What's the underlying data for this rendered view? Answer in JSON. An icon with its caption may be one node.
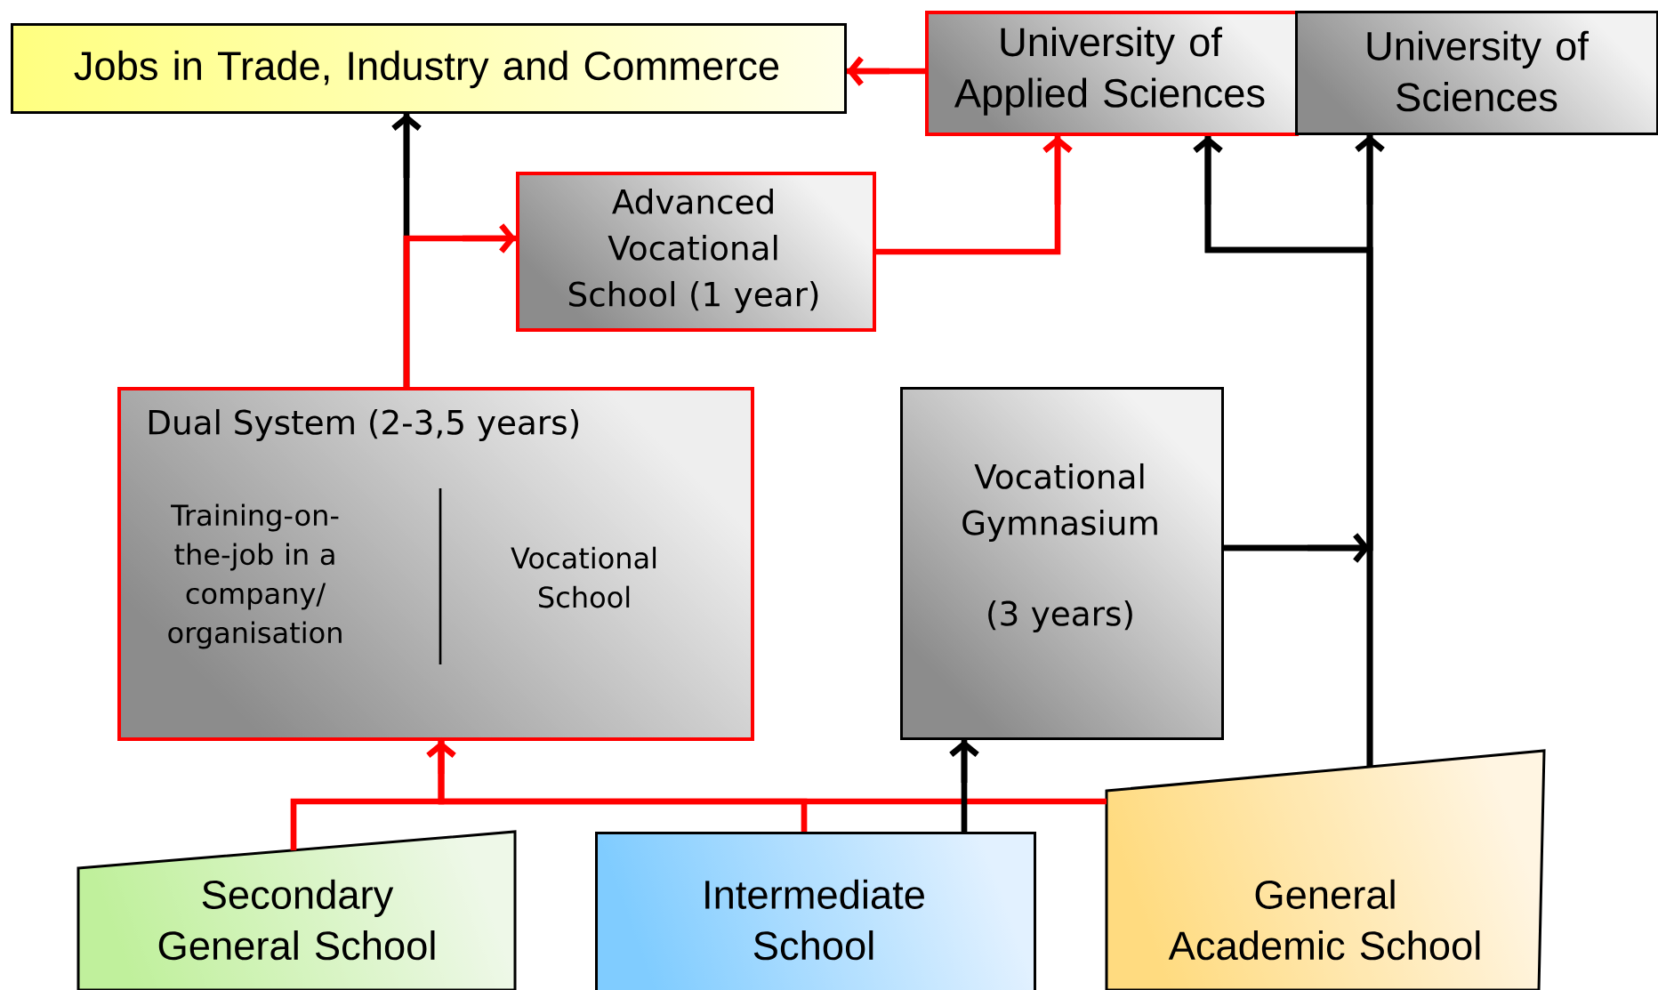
{
  "diagram": {
    "nodes": [
      {
        "text": [
          "Jobs in Trade, Industry and Commerce"
        ]
      },
      {
        "text": [
          "University of Applied Sciences"
        ]
      },
      {
        "text": [
          "University of Sciences"
        ]
      },
      {
        "text": [
          "Advanced Vocational School (1 year)"
        ]
      },
      {
        "text": [
          "Dual System (2-3,5 years)",
          "Training-on-the-job in a company/ organisation",
          "Vocational School"
        ]
      },
      {
        "text": [
          "Vocational Gymnasium",
          "(3 years)"
        ]
      },
      {
        "text": [
          "Secondary General School"
        ]
      },
      {
        "text": [
          "Intermediate School"
        ]
      },
      {
        "text": [
          "General Academic School"
        ]
      }
    ],
    "edges": [
      {
        "from": 1,
        "to": 0,
        "arrow": "to",
        "color": "#ff0000"
      },
      {
        "from": 4,
        "to": 0,
        "arrow": "to",
        "color": "#000000"
      },
      {
        "from": 4,
        "to": 3,
        "arrow": "to",
        "color": "#ff0000"
      },
      {
        "from": 3,
        "to": 1,
        "arrow": "to",
        "color": "#ff0000"
      },
      {
        "from": 8,
        "to": 1,
        "arrow": "to",
        "color": "#000000"
      },
      {
        "from": 8,
        "to": 2,
        "arrow": "to",
        "color": "#000000"
      },
      {
        "from": 5,
        "to": 2,
        "arrow": "to",
        "color": "#000000"
      },
      {
        "from": 5,
        "to": 1,
        "arrow": "to",
        "color": "#000000"
      },
      {
        "from": 6,
        "to": 4,
        "arrow": "to",
        "color": "#ff0000"
      },
      {
        "from": 7,
        "to": 4,
        "arrow": "to",
        "color": "#ff0000"
      },
      {
        "from": 8,
        "to": 4,
        "arrow": "to",
        "color": "#ff0000"
      },
      {
        "from": 7,
        "to": 5,
        "arrow": "to",
        "color": "#000000"
      }
    ]
  }
}
